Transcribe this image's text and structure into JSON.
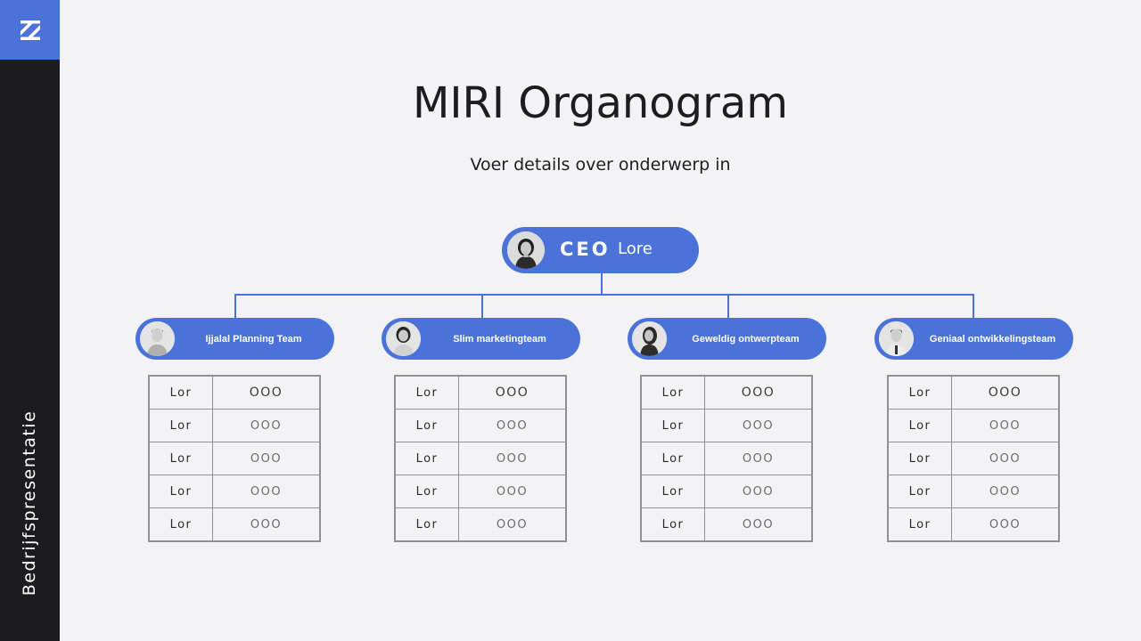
{
  "sidebar": {
    "vertical_label": "Bedrijfspresentatie",
    "logo_icon": "diagonal-stripes-logo-icon"
  },
  "header": {
    "title": "MIRI Organogram",
    "subtitle": "Voer details over onderwerp in"
  },
  "colors": {
    "accent": "#4a72d9",
    "sidebar": "#1c1b20",
    "background": "#f3f3f5",
    "table_border": "#8f8f95"
  },
  "ceo": {
    "role": "CEO",
    "name": "Lore",
    "avatar_icon": "person-avatar-icon"
  },
  "teams": [
    {
      "name": "Ijjalal Planning Team",
      "rows": [
        [
          "Lor",
          "OOO"
        ],
        [
          "Lor",
          "OOO"
        ],
        [
          "Lor",
          "OOO"
        ],
        [
          "Lor",
          "OOO"
        ],
        [
          "Lor",
          "OOO"
        ]
      ]
    },
    {
      "name": "Slim marketingteam",
      "rows": [
        [
          "Lor",
          "OOO"
        ],
        [
          "Lor",
          "OOO"
        ],
        [
          "Lor",
          "OOO"
        ],
        [
          "Lor",
          "OOO"
        ],
        [
          "Lor",
          "OOO"
        ]
      ]
    },
    {
      "name": "Geweldig ontwerpteam",
      "rows": [
        [
          "Lor",
          "OOO"
        ],
        [
          "Lor",
          "OOO"
        ],
        [
          "Lor",
          "OOO"
        ],
        [
          "Lor",
          "OOO"
        ],
        [
          "Lor",
          "OOO"
        ]
      ]
    },
    {
      "name": "Geniaal ontwikkelingsteam",
      "rows": [
        [
          "Lor",
          "OOO"
        ],
        [
          "Lor",
          "OOO"
        ],
        [
          "Lor",
          "OOO"
        ],
        [
          "Lor",
          "OOO"
        ],
        [
          "Lor",
          "OOO"
        ]
      ]
    }
  ]
}
